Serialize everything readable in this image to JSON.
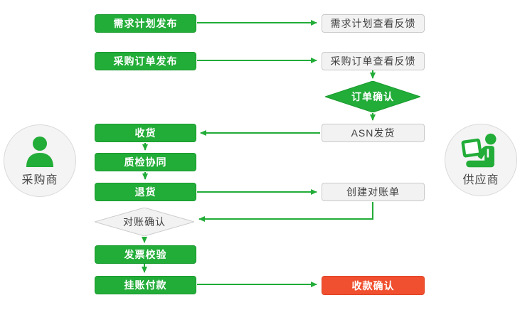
{
  "colors": {
    "process_green": "#22ac38",
    "terminal_red": "#f0502f",
    "neutral_fill": "#f2f2f2",
    "neutral_border": "#c9c9c9",
    "arrow": "#22ac38"
  },
  "actors": {
    "buyer": {
      "label": "采购商",
      "icon": "person-icon"
    },
    "supplier": {
      "label": "供应商",
      "icon": "person-laptop-icon"
    }
  },
  "nodes": {
    "demand_publish": {
      "label": "需求计划发布",
      "type": "process-green"
    },
    "demand_feedback": {
      "label": "需求计划查看反馈",
      "type": "process-gray"
    },
    "po_publish": {
      "label": "采购订单发布",
      "type": "process-green"
    },
    "po_feedback": {
      "label": "采购订单查看反馈",
      "type": "process-gray"
    },
    "order_confirm": {
      "label": "订单确认",
      "type": "decision-green"
    },
    "asn_ship": {
      "label": "ASN发货",
      "type": "process-gray"
    },
    "receive": {
      "label": "收货",
      "type": "process-green"
    },
    "quality_check": {
      "label": "质检协同",
      "type": "process-green"
    },
    "return_goods": {
      "label": "退货",
      "type": "process-green"
    },
    "create_statement": {
      "label": "创建对账单",
      "type": "process-gray"
    },
    "recon_confirm": {
      "label": "对账确认",
      "type": "decision-gray"
    },
    "invoice_verify": {
      "label": "发票校验",
      "type": "process-green"
    },
    "book_payment": {
      "label": "挂账付款",
      "type": "process-green"
    },
    "receipt_confirm": {
      "label": "收款确认",
      "type": "terminal-red"
    }
  },
  "edges": [
    {
      "from": "demand_publish",
      "to": "demand_feedback"
    },
    {
      "from": "po_publish",
      "to": "po_feedback"
    },
    {
      "from": "po_feedback",
      "to": "order_confirm"
    },
    {
      "from": "order_confirm",
      "to": "asn_ship"
    },
    {
      "from": "asn_ship",
      "to": "receive"
    },
    {
      "from": "receive",
      "to": "quality_check"
    },
    {
      "from": "quality_check",
      "to": "return_goods"
    },
    {
      "from": "return_goods",
      "to": "create_statement"
    },
    {
      "from": "create_statement",
      "to": "recon_confirm"
    },
    {
      "from": "recon_confirm",
      "to": "invoice_verify"
    },
    {
      "from": "invoice_verify",
      "to": "book_payment"
    },
    {
      "from": "book_payment",
      "to": "receipt_confirm"
    }
  ]
}
